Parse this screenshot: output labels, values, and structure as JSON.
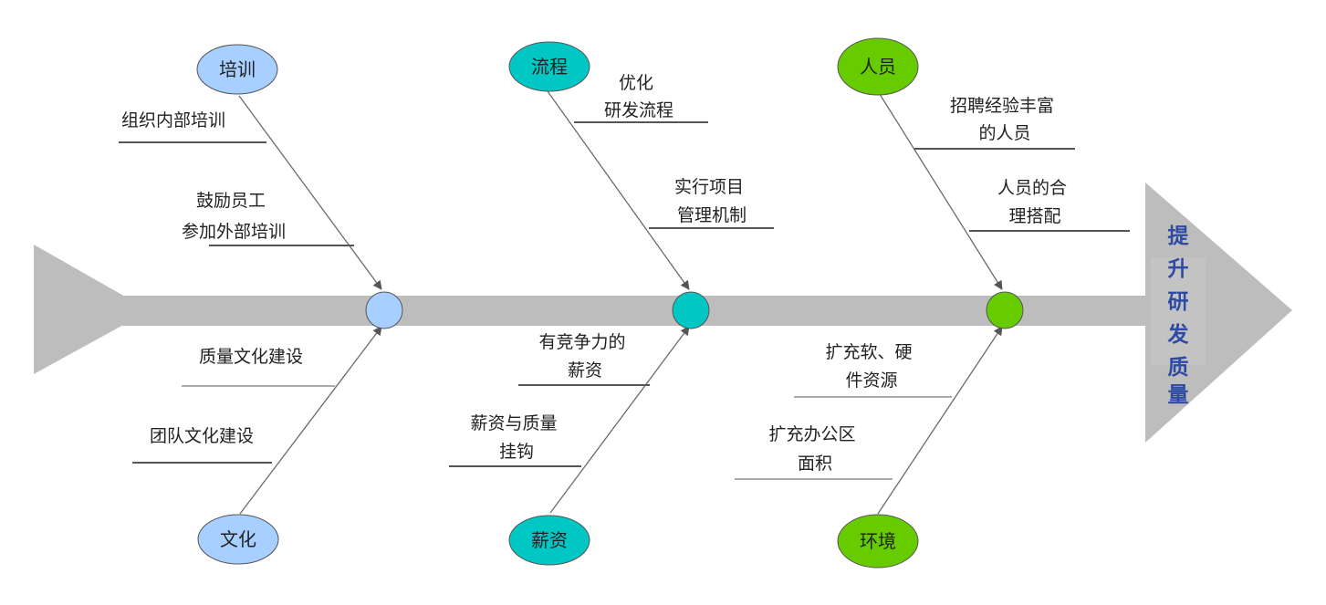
{
  "head": {
    "text": "提升研发质量",
    "color": "#2e4aa3"
  },
  "colors": {
    "spine": "#bdbdbd",
    "blue": "#a7cfff",
    "teal": "#00c7c4",
    "green": "#66cc00",
    "line": "#6b6b6b"
  },
  "categories": {
    "training": "培训",
    "process": "流程",
    "personnel": "人员",
    "culture": "文化",
    "salary": "薪资",
    "environment": "环境"
  },
  "causes": {
    "training_1": [
      "组织内部培训"
    ],
    "training_2": [
      "鼓励员工",
      "参加外部培训"
    ],
    "process_1": [
      "优化",
      "研发流程"
    ],
    "process_2": [
      "实行项目",
      "管理机制"
    ],
    "personnel_1": [
      "招聘经验丰富",
      "的人员"
    ],
    "personnel_2": [
      "人员的合",
      "理搭配"
    ],
    "culture_1": [
      "质量文化建设"
    ],
    "culture_2": [
      "团队文化建设"
    ],
    "salary_1": [
      "有竞争力的",
      "薪资"
    ],
    "salary_2": [
      "薪资与质量",
      "挂钩"
    ],
    "environment_1": [
      "扩充软、硬",
      "件资源"
    ],
    "environment_2": [
      "扩充办公区",
      "面积"
    ]
  }
}
